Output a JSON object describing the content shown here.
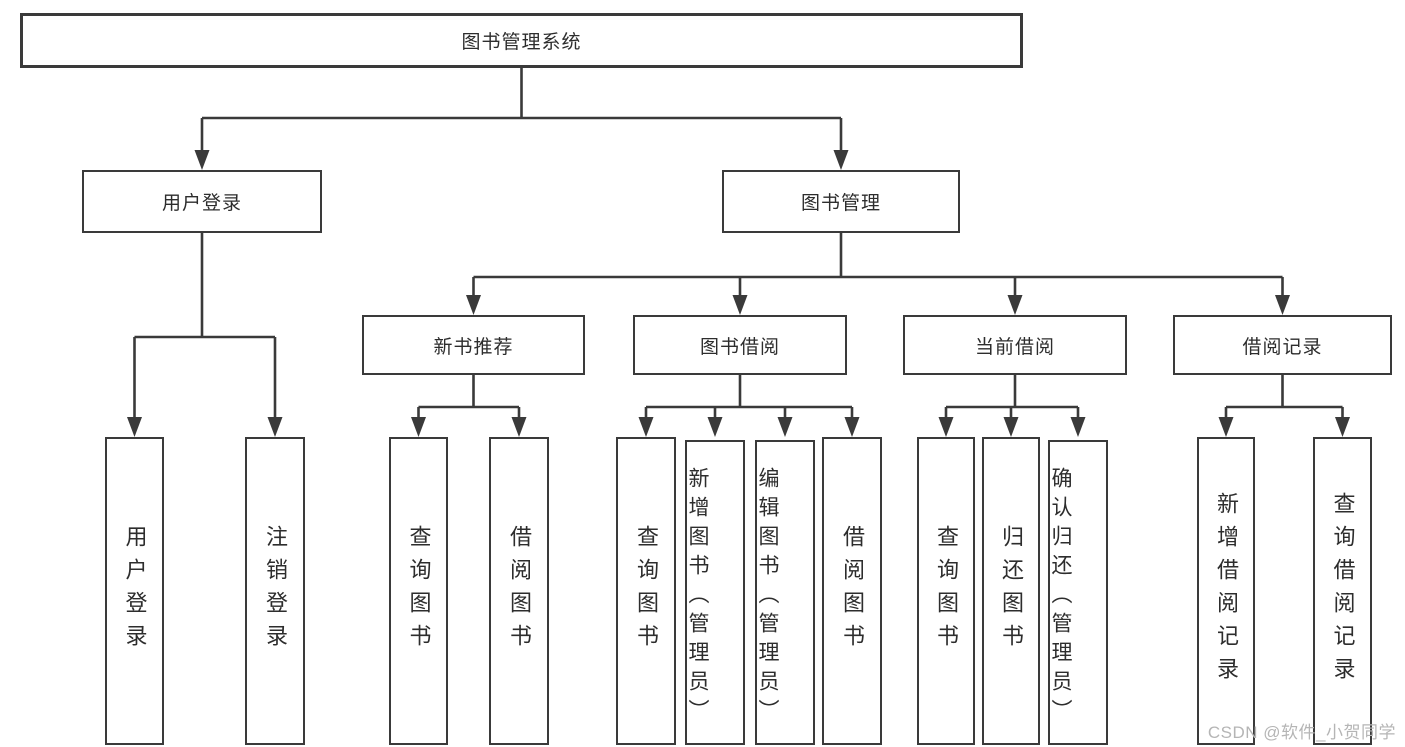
{
  "colors": {
    "line": "#3a3a3a",
    "text": "#2d2d2d",
    "watermark": "#b5b5b5"
  },
  "tree": {
    "label": "图书管理系统",
    "children": [
      {
        "label": "用户登录",
        "children": [
          {
            "label": "用户登录"
          },
          {
            "label": "注销登录"
          }
        ]
      },
      {
        "label": "图书管理",
        "children": [
          {
            "label": "新书推荐",
            "children": [
              {
                "label": "查询图书"
              },
              {
                "label": "借阅图书"
              }
            ]
          },
          {
            "label": "图书借阅",
            "children": [
              {
                "label": "查询图书"
              },
              {
                "label": "新增图书（管理员）"
              },
              {
                "label": "编辑图书（管理员）"
              },
              {
                "label": "借阅图书"
              }
            ]
          },
          {
            "label": "当前借阅",
            "children": [
              {
                "label": "查询图书"
              },
              {
                "label": "归还图书"
              },
              {
                "label": "确认归还（管理员）"
              }
            ]
          },
          {
            "label": "借阅记录",
            "children": [
              {
                "label": "新增借阅记录"
              },
              {
                "label": "查询借阅记录"
              }
            ]
          }
        ]
      }
    ]
  },
  "watermark": {
    "text": "CSDN @软件_小贺同学"
  }
}
